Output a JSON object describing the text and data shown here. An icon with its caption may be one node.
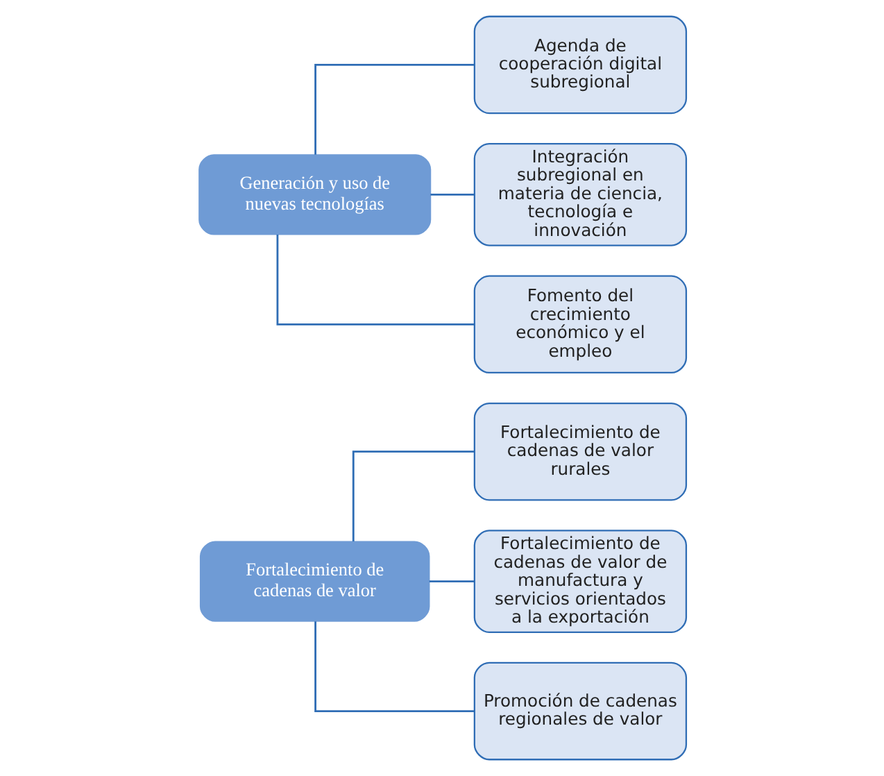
{
  "diagram": {
    "nodes": [
      {
        "text": [
          "Fortalecimiento de cadenas de valor"
        ]
      },
      {
        "text": [
          "Fortalecimiento de cadenas de valor rurales"
        ]
      },
      {
        "text": [
          "Fortalecimiento de cadenas de valor de manufactura y servicios orientados a la exportación"
        ]
      },
      {
        "text": [
          "Promoción de cadenas regionales de valor"
        ]
      },
      {
        "text": [
          "Generación y uso de nuevas tecnologías"
        ]
      },
      {
        "text": [
          "Agenda de cooperación digital subregional"
        ]
      },
      {
        "text": [
          "Integración subregional en materia de ciencia, tecnología e innovación"
        ]
      },
      {
        "text": [
          "Fomento del crecimiento económico y el empleo"
        ]
      }
    ],
    "edges": [
      {
        "from": 0,
        "to": 1,
        "arrow": "none"
      },
      {
        "from": 0,
        "to": 2,
        "arrow": "none"
      },
      {
        "from": 0,
        "to": 3,
        "arrow": "none"
      },
      {
        "from": 4,
        "to": 5,
        "arrow": "none"
      },
      {
        "from": 4,
        "to": 6,
        "arrow": "none"
      },
      {
        "from": 4,
        "to": 7,
        "arrow": "none"
      }
    ]
  }
}
